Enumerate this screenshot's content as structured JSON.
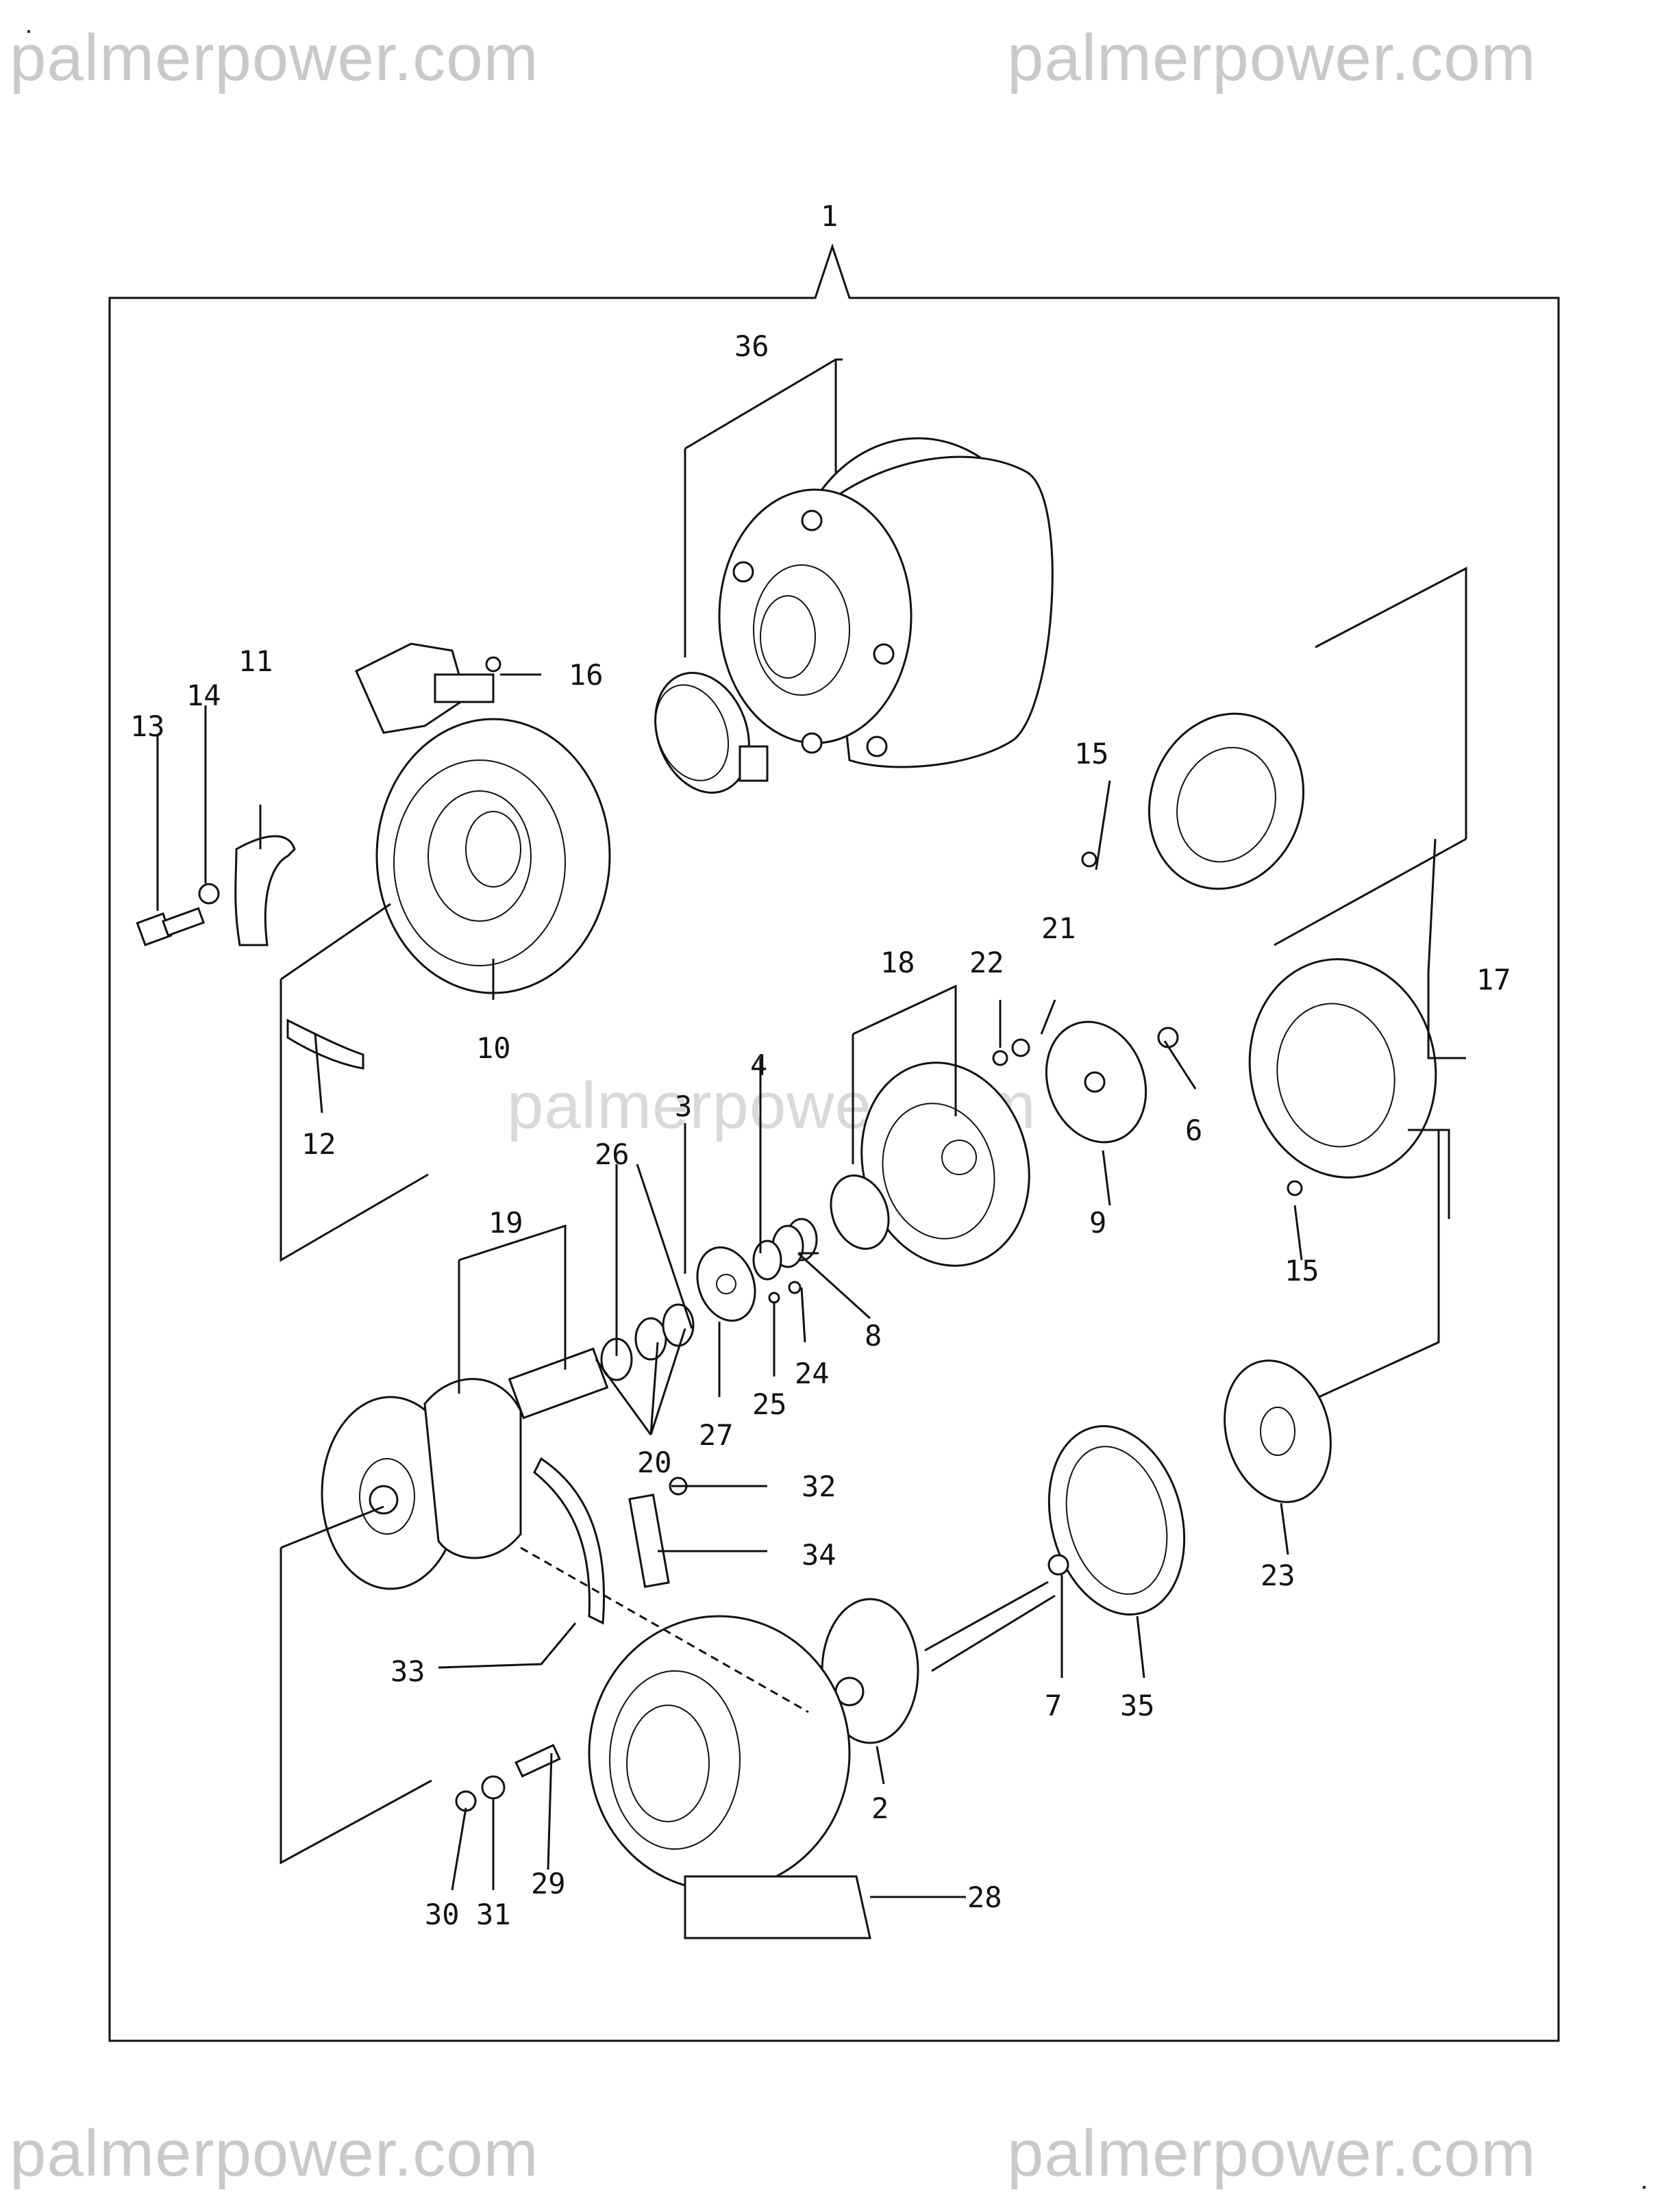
{
  "watermark": "palmerpower.com",
  "assembly_label": "1",
  "labels": [
    "2",
    "3",
    "4",
    "6",
    "7",
    "8",
    "9",
    "10",
    "11",
    "12",
    "13",
    "14",
    "15",
    "15",
    "16",
    "17",
    "18",
    "19",
    "20",
    "21",
    "22",
    "23",
    "24",
    "25",
    "26",
    "27",
    "28",
    "29",
    "30",
    "31",
    "32",
    "33",
    "34",
    "35",
    "36"
  ]
}
